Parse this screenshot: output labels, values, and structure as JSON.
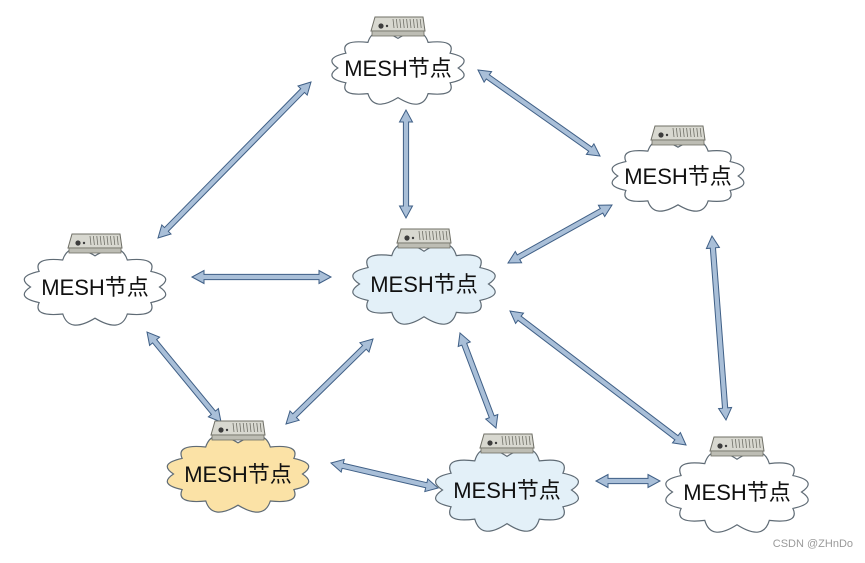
{
  "colors": {
    "cloud_fill": "#ffffff",
    "cloud_blue_fill": "#e3f0f8",
    "cloud_yellow_fill": "#fbe2a6",
    "cloud_stroke": "#5f6b75",
    "arrow_fill": "#a9bfd8",
    "arrow_stroke": "#3f5f86",
    "device_body": "#d8d8d0",
    "device_stroke": "#6f6f66"
  },
  "nodes": [
    {
      "id": "top",
      "label": "MESH节点",
      "style": "white"
    },
    {
      "id": "right-upper",
      "label": "MESH节点",
      "style": "white"
    },
    {
      "id": "left",
      "label": "MESH节点",
      "style": "white"
    },
    {
      "id": "center",
      "label": "MESH节点",
      "style": "blue"
    },
    {
      "id": "bottom-left",
      "label": "MESH节点",
      "style": "yellow"
    },
    {
      "id": "bottom-middle",
      "label": "MESH节点",
      "style": "blue"
    },
    {
      "id": "bottom-right",
      "label": "MESH节点",
      "style": "white"
    }
  ],
  "links": [
    {
      "from": "top",
      "to": "left",
      "direction": "both"
    },
    {
      "from": "top",
      "to": "center",
      "direction": "both"
    },
    {
      "from": "top",
      "to": "right-upper",
      "direction": "both"
    },
    {
      "from": "right-upper",
      "to": "center",
      "direction": "both"
    },
    {
      "from": "right-upper",
      "to": "bottom-right",
      "direction": "both"
    },
    {
      "from": "left",
      "to": "center",
      "direction": "both"
    },
    {
      "from": "left",
      "to": "bottom-left",
      "direction": "both"
    },
    {
      "from": "center",
      "to": "bottom-left",
      "direction": "both"
    },
    {
      "from": "center",
      "to": "bottom-middle",
      "direction": "both"
    },
    {
      "from": "center",
      "to": "bottom-right",
      "direction": "both"
    },
    {
      "from": "bottom-left",
      "to": "bottom-middle",
      "direction": "both"
    },
    {
      "from": "bottom-middle",
      "to": "bottom-right",
      "direction": "both"
    }
  ],
  "device_icon": "mesh-router-icon",
  "watermark": "CSDN @ZHnDo"
}
